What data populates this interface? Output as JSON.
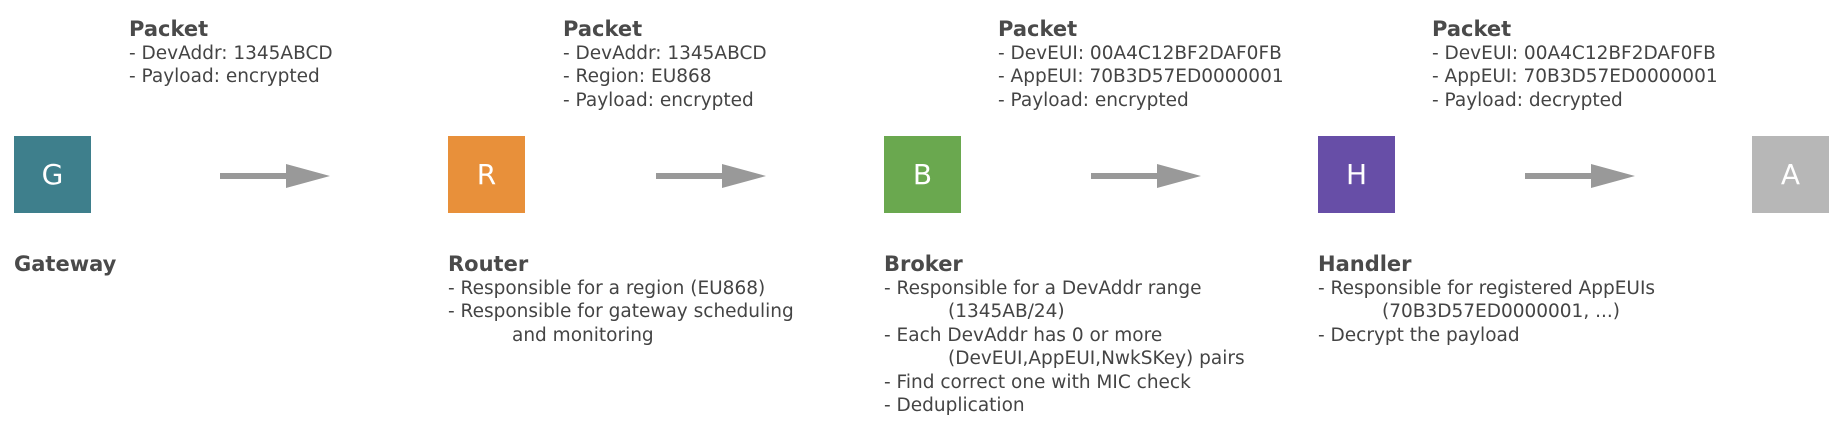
{
  "nodes": [
    {
      "letter": "G",
      "color": "#3e7f8c",
      "title": "Gateway",
      "lines": []
    },
    {
      "letter": "R",
      "color": "#e8903a",
      "title": "Router",
      "lines": [
        {
          "text": "- Responsible for a region (EU868)",
          "indent": false
        },
        {
          "text": "- Responsible for gateway scheduling",
          "indent": false
        },
        {
          "text": "and monitoring",
          "indent": true
        }
      ]
    },
    {
      "letter": "B",
      "color": "#6aa84f",
      "title": "Broker",
      "lines": [
        {
          "text": "- Responsible for a DevAddr range",
          "indent": false
        },
        {
          "text": "(1345AB/24)",
          "indent": true
        },
        {
          "text": "- Each DevAddr has 0 or more",
          "indent": false
        },
        {
          "text": "(DevEUI,AppEUI,NwkSKey) pairs",
          "indent": true
        },
        {
          "text": "- Find correct one with MIC check",
          "indent": false
        },
        {
          "text": "- Deduplication",
          "indent": false
        }
      ]
    },
    {
      "letter": "H",
      "color": "#674ea7",
      "title": "Handler",
      "lines": [
        {
          "text": "- Responsible for registered AppEUIs",
          "indent": false
        },
        {
          "text": "(70B3D57ED0000001, ...)",
          "indent": true
        },
        {
          "text": "- Decrypt the payload",
          "indent": false
        }
      ]
    },
    {
      "letter": "A",
      "color": "#b7b7b7",
      "title": "",
      "lines": []
    }
  ],
  "packets": [
    {
      "title": "Packet",
      "lines": [
        "- DevAddr: 1345ABCD",
        "- Payload: encrypted"
      ]
    },
    {
      "title": "Packet",
      "lines": [
        "- DevAddr: 1345ABCD",
        "- Region: EU868",
        "- Payload: encrypted"
      ]
    },
    {
      "title": "Packet",
      "lines": [
        "- DevEUI: 00A4C12BF2DAF0FB",
        "- AppEUI: 70B3D57ED0000001",
        "- Payload: encrypted"
      ]
    },
    {
      "title": "Packet",
      "lines": [
        "- DevEUI: 00A4C12BF2DAF0FB",
        "- AppEUI: 70B3D57ED0000001",
        "- Payload: decrypted"
      ]
    }
  ],
  "arrow_color": "#999999"
}
